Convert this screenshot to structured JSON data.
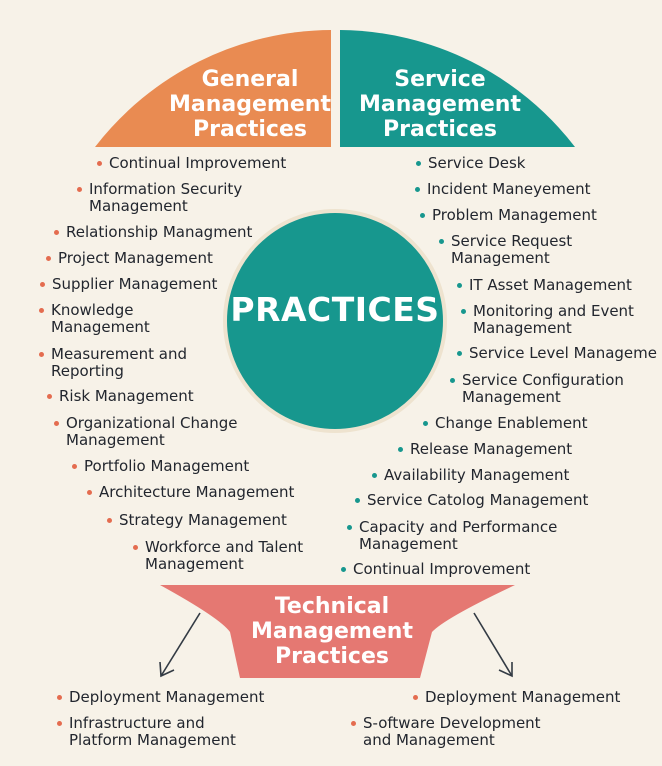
{
  "colors": {
    "background": "#f7f2e8",
    "general": "#e98b52",
    "service": "#17978e",
    "technical": "#e57872",
    "center": "#17978e",
    "dot_general": "#e46c4f",
    "dot_service": "#17978e",
    "dot_technical": "#e46c4f",
    "text": "#22262e",
    "outline": "#eee3cf"
  },
  "center": {
    "title": "PRACTICES"
  },
  "general": {
    "title": "General\nManagement\nPractices",
    "items": [
      "Continual Improvement",
      "Information Security\nManagement",
      "Relationship Managment",
      "Project Management",
      "Supplier Management",
      "Knowledge\nManagement",
      "Measurement and\nReporting",
      "Risk Management",
      "Organizational Change\nManagement",
      "Portfolio Management",
      "Architecture Management",
      "Strategy Management",
      "Workforce and Talent\nManagement"
    ]
  },
  "service": {
    "title": "Service\nManagement\nPractices",
    "items": [
      "Service Desk",
      "Incident Maneyement",
      "Problem Management",
      "Service Request\nManagement",
      "IT Asset Management",
      "Monitoring and Event\nManagement",
      "Service Level Manageme",
      "Service Configuration\nManagement",
      "Change Enablement",
      "Release Management",
      "Availability Management",
      "Service Catolog Management",
      "Capacity and Performance\nManagement",
      "Continual Improvement"
    ]
  },
  "technical": {
    "title": "Technical\nManagement\nPractices",
    "left_items": [
      "Deployment Management",
      "Infrastructure and\nPlatform Management"
    ],
    "right_items": [
      "Deployment Management",
      "S-oftware Development\nand Management"
    ]
  }
}
